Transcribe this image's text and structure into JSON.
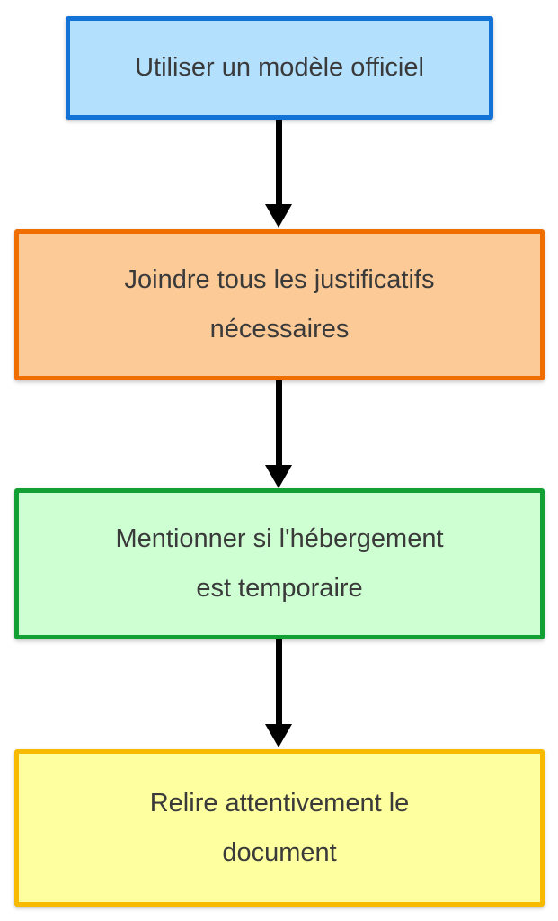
{
  "flowchart": {
    "type": "flowchart",
    "direction": "top-down",
    "text_color": "#3a3a3a",
    "arrow_color": "#000000",
    "boxes": [
      {
        "id": "step-1",
        "lines": [
          "Utiliser un modèle officiel"
        ],
        "full_text": "Utiliser un modèle officiel",
        "fill": "#b3e0fc",
        "border": "#1372d6"
      },
      {
        "id": "step-2",
        "lines": [
          "Joindre tous les justificatifs",
          "nécessaires"
        ],
        "full_text": "Joindre tous les justificatifs nécessaires",
        "fill": "#fcca96",
        "border": "#f06d00"
      },
      {
        "id": "step-3",
        "lines": [
          "Mentionner si l'hébergement",
          "est temporaire"
        ],
        "full_text": "Mentionner si l'hébergement est temporaire",
        "fill": "#ceffd2",
        "border": "#12a035"
      },
      {
        "id": "step-4",
        "lines": [
          "Relire attentivement le",
          "document"
        ],
        "full_text": "Relire attentivement le document",
        "fill": "#feff9e",
        "border": "#f7ba00"
      }
    ],
    "arrows": [
      {
        "from": "step-1",
        "to": "step-2"
      },
      {
        "from": "step-2",
        "to": "step-3"
      },
      {
        "from": "step-3",
        "to": "step-4"
      }
    ]
  }
}
